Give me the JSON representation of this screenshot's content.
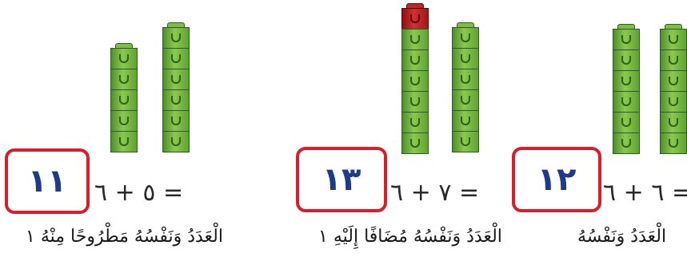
{
  "problems": [
    {
      "answer": "١١",
      "equation": "= ٥ + ٦",
      "caption": "الْعَدَدُ وَنَفْسُهُ مَطْرُوحًا مِنْهُ ١",
      "towers": [
        {
          "cubes": 5
        },
        {
          "cubes": 6
        }
      ]
    },
    {
      "answer": "١٣",
      "equation": "= ٧ + ٦",
      "caption": "الْعَدَدُ وَنَفْسُهُ مُضَافًا إِلَيْهِ ١",
      "towers": [
        {
          "cubes": 7,
          "extra_red_cubes": 1
        },
        {
          "cubes": 6
        }
      ]
    },
    {
      "answer": "١٢",
      "equation": "= ٦ + ٦",
      "caption": "الْعَدَدُ وَنَفْسُهُ",
      "towers": [
        {
          "cubes": 6
        },
        {
          "cubes": 6
        }
      ]
    }
  ],
  "colors": {
    "cube_green": "#6aae38",
    "cube_red": "#c02626",
    "box_border": "#d81e2a",
    "answer_text": "#1e3a8a"
  }
}
